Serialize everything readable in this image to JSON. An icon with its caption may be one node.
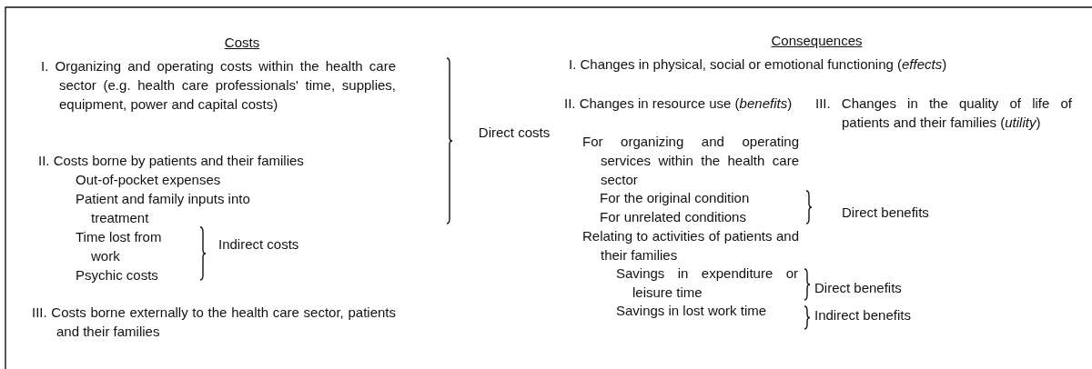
{
  "diagram": {
    "labels": [
      "Costs",
      "I. Organizing and operating costs within the health care sector (e.g. health care professionals' time, supplies, equipment, power and capital costs)",
      "II. Costs borne by patients and their families",
      "Out-of-pocket expenses",
      "Patient and family inputs into treatment",
      "Time lost from work",
      "Psychic costs",
      "Indirect costs",
      "III. Costs borne externally to the health care sector, patients and their families",
      "Direct costs",
      "Consequences",
      "I. Changes in physical, social or emotional functioning (*effects*)",
      "II. Changes in resource use (*benefits*)",
      "III. Changes in the quality of life of patients and their families (*utility*)",
      "For organizing and operating services within the health care sector",
      "For the original condition",
      "For unrelated conditions",
      "Direct benefits",
      "Relating to activities of patients and their families",
      "Savings in expenditure or leisure time",
      "Direct benefits",
      "Savings in lost work time",
      "Indirect benefits"
    ]
  }
}
